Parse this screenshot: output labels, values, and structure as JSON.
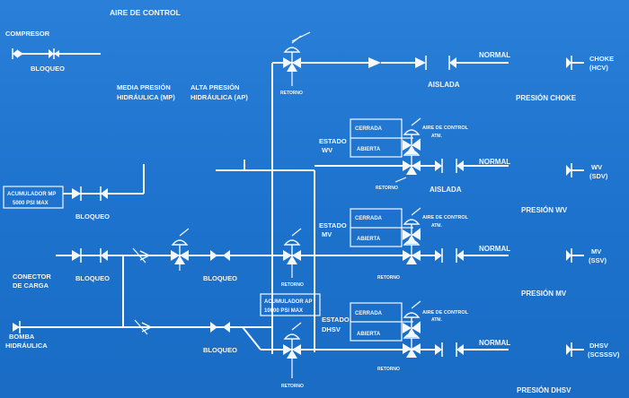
{
  "colors": {
    "background": "#1f76cf",
    "line": "#f4f8ff"
  },
  "labels": {
    "aire_de_control": "AIRE DE CONTROL",
    "compresor": "COMPRESOR",
    "bloqueo": "BLOQUEO",
    "media_presion_1": "MEDIA PRESIÓN",
    "media_presion_2": "HIDRÁULICA (MP)",
    "alta_presion_1": "ALTA PRESIÓN",
    "alta_presion_2": "HIDRÁULICA (AP)",
    "retorno": "RETORNO",
    "aislada": "AISLADA",
    "normal": "NORMAL",
    "choke_1": "CHOKE",
    "choke_2": "(HCV)",
    "presion_choke": "PRESIÓN CHOKE",
    "estado": "ESTADO",
    "wv": "WV",
    "mv": "MV",
    "dhsv": "DHSV",
    "cerrada": "CERRADA",
    "abierta": "ABIERTA",
    "aire_control_sm": "AIRE DE CONTROL",
    "atm": "ATM.",
    "acumulador_mp_1": "ACUMULADOR MP",
    "acumulador_mp_2": "5000 PSI MAX",
    "acumulador_ap_1": "ACUMULADOR AP",
    "acumulador_ap_2": "10000 PSI MAX",
    "wv_1": "WV",
    "wv_2": "(SDV)",
    "presion_wv": "PRESIÓN WV",
    "conector_1": "CONECTOR",
    "conector_2": "DE CARGA",
    "mv_1": "MV",
    "mv_2": "(SSV)",
    "presion_mv": "PRESIÓN MV",
    "bomba_1": "BOMBA",
    "bomba_2": "HIDRÁULICA",
    "dhsv_1": "DHSV",
    "dhsv_2": "(SCSSSV)",
    "presion_dhsv": "PRESIÓN DHSV"
  }
}
